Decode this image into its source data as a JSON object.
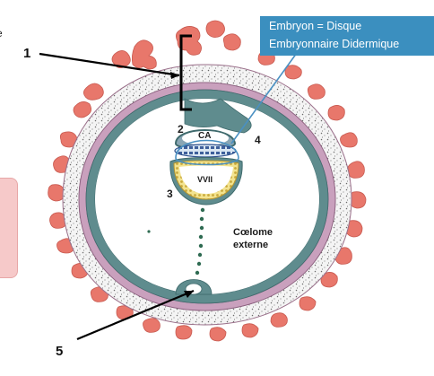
{
  "fragments": {
    "corner_letter": "e"
  },
  "banner": {
    "line1": "Embryon = Disque",
    "line2": "Embryonnaire Didermique",
    "fill": "#3b8fbf"
  },
  "labels": {
    "n1": "1",
    "n2": "2",
    "n3": "3",
    "n4": "4",
    "n5": "5",
    "ca": "CA",
    "vvii": "VVII",
    "coelome_line1": "Cœlome",
    "coelome_line2": "externe"
  },
  "colors": {
    "villi": "#e8776b",
    "cyto": "#c9a0bd",
    "wall": "#5f8c8e",
    "yolk": "#e9d36a",
    "speckle": "#6b6b6b"
  }
}
